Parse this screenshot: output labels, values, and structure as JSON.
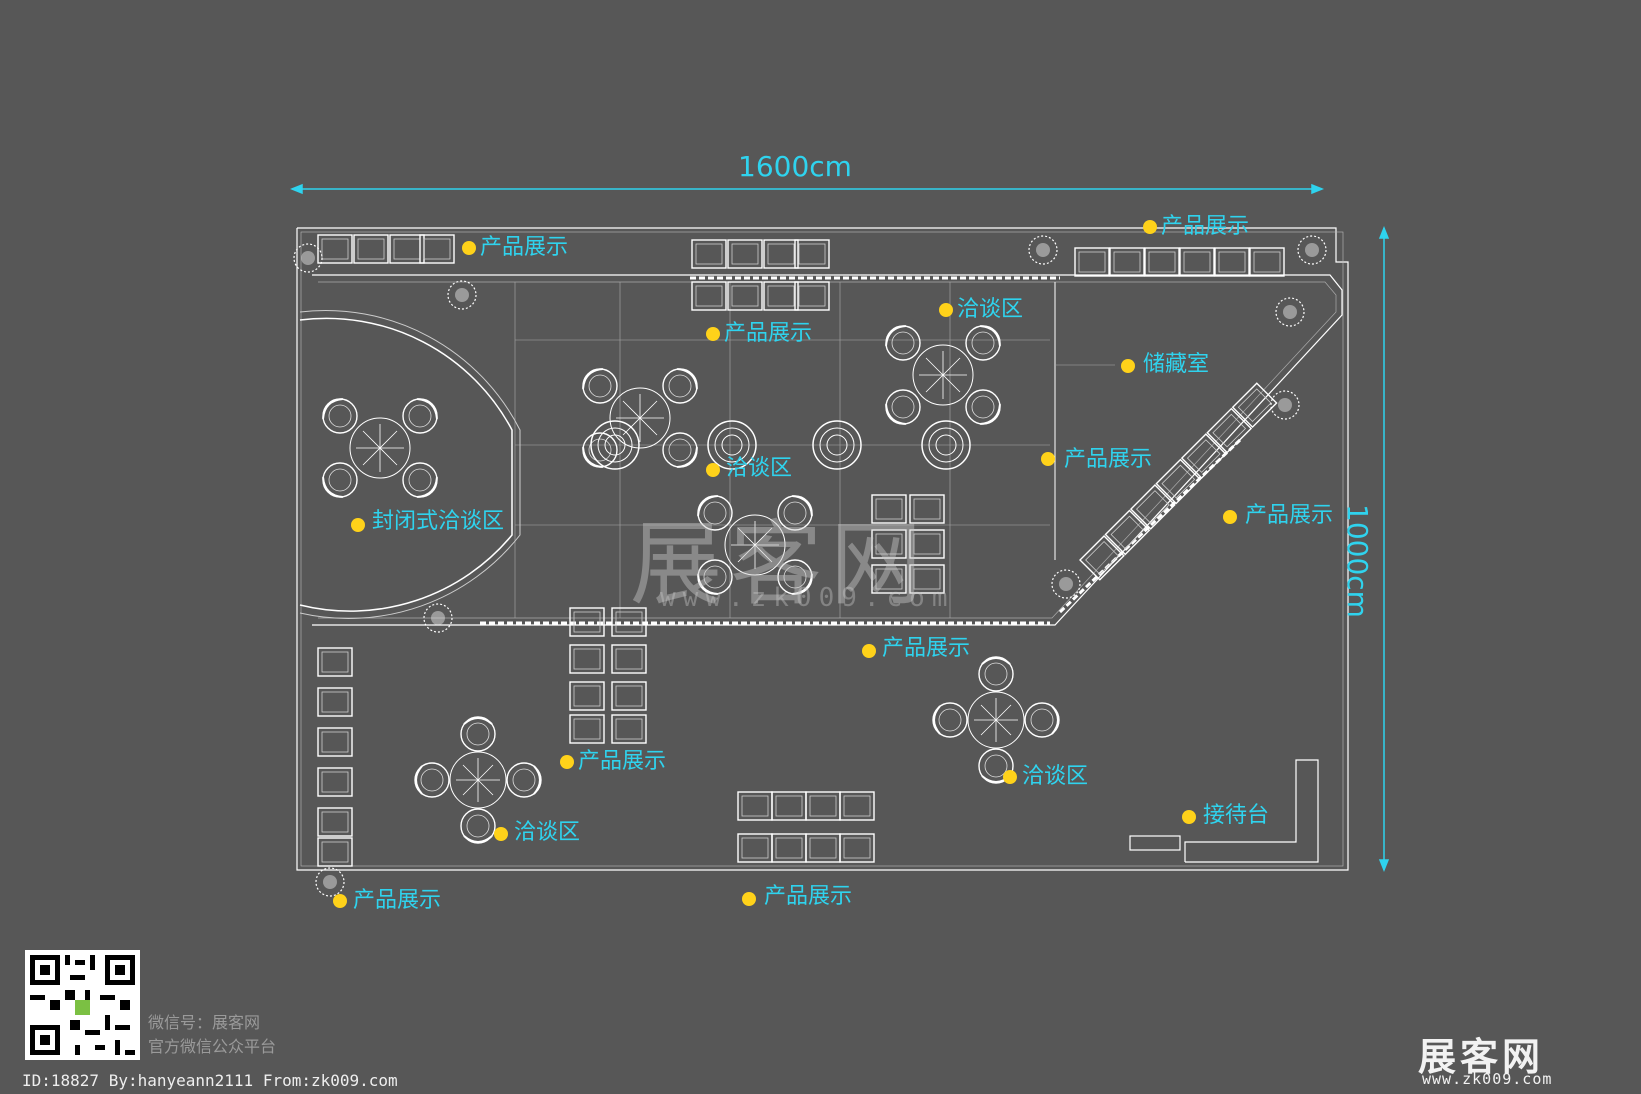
{
  "dimensions": {
    "width_label": "1600cm",
    "height_label": "1000cm"
  },
  "labels": [
    {
      "key": "display-1",
      "text": "产品展示"
    },
    {
      "key": "display-2",
      "text": "产品展示"
    },
    {
      "key": "display-3",
      "text": "产品展示"
    },
    {
      "key": "negotiation-1",
      "text": "洽谈区"
    },
    {
      "key": "storage",
      "text": "储藏室"
    },
    {
      "key": "display-4",
      "text": "产品展示"
    },
    {
      "key": "negotiation-2",
      "text": "洽谈区"
    },
    {
      "key": "closed-negotiation",
      "text": "封闭式洽谈区"
    },
    {
      "key": "display-5",
      "text": "产品展示"
    },
    {
      "key": "display-6",
      "text": "产品展示"
    },
    {
      "key": "display-7",
      "text": "产品展示"
    },
    {
      "key": "negotiation-3",
      "text": "洽谈区"
    },
    {
      "key": "negotiation-4",
      "text": "洽谈区"
    },
    {
      "key": "reception",
      "text": "接待台"
    },
    {
      "key": "display-8",
      "text": "产品展示"
    },
    {
      "key": "display-9",
      "text": "产品展示"
    }
  ],
  "watermark": {
    "text": "展客网",
    "url": "www.zk009.com"
  },
  "qr_caption": {
    "line1": "微信号：展客网",
    "line2": "官方微信公众平台"
  },
  "footer": {
    "id_text": "ID:18827 By:hanyeann2111 From:zk009.com"
  },
  "logo": {
    "text": "展客网",
    "url": "www.zk009.com"
  },
  "colors": {
    "background": "#575757",
    "line": "#ffffff",
    "label": "#2fd3ee",
    "dot": "#ffd21a"
  }
}
